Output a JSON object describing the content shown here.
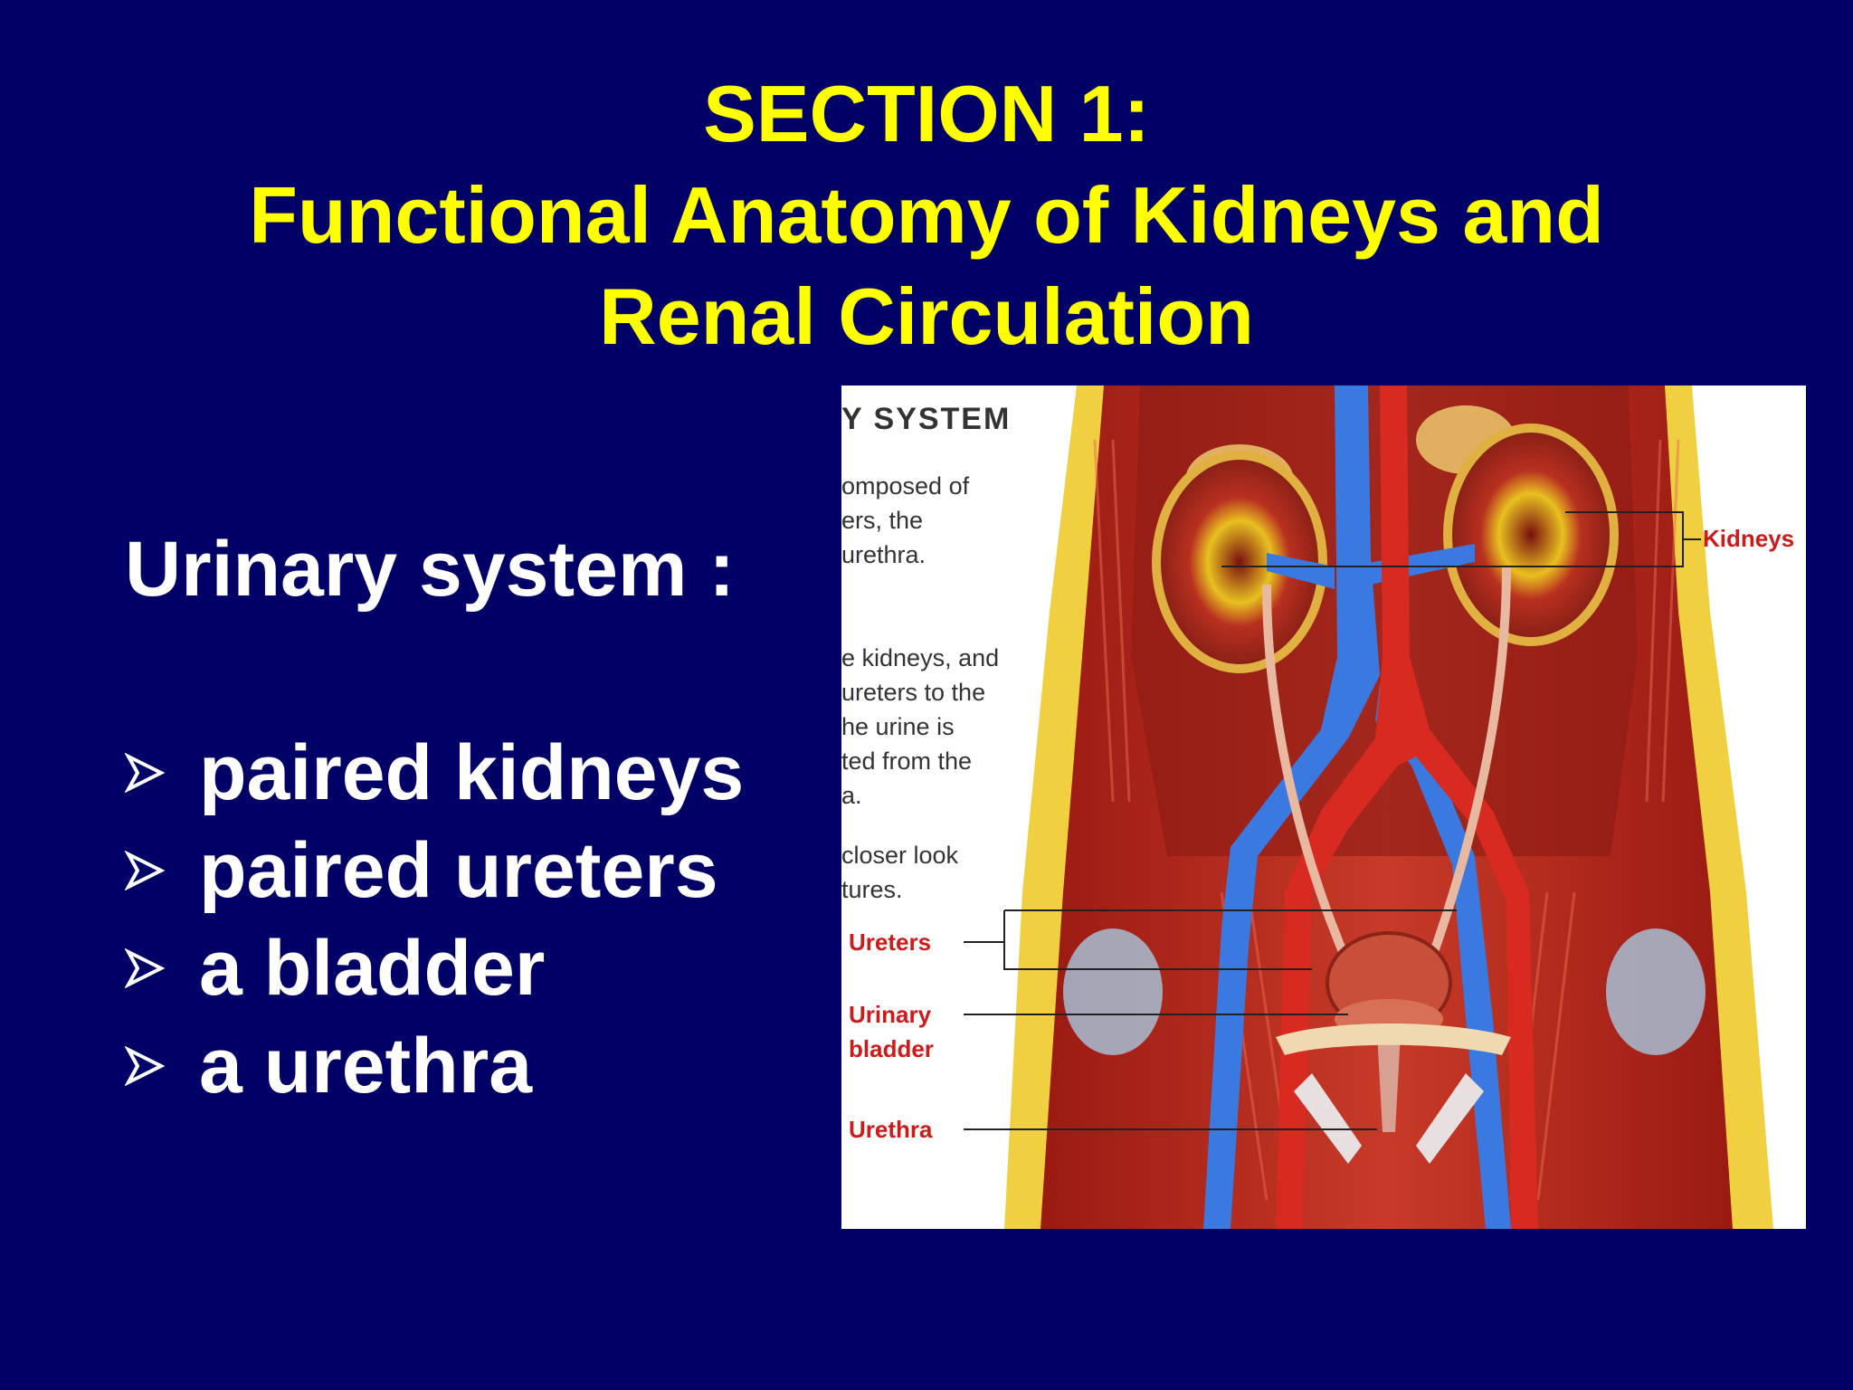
{
  "slide": {
    "title_lines": [
      "SECTION 1:",
      "Functional Anatomy of Kidneys and",
      "Renal Circulation"
    ],
    "heading": "Urinary system :",
    "bullets": [
      "paired kidneys",
      "paired ureters",
      "a bladder",
      "a urethra"
    ]
  },
  "figure": {
    "partial_title": "Y SYSTEM",
    "partial_text_lines": [
      "omposed of",
      "ers, the",
      "urethra.",
      "e kidneys, and",
      "ureters to the",
      "he urine is",
      "ted from the",
      "a.",
      "closer look",
      "tures."
    ],
    "labels": {
      "kidneys": "Kidneys",
      "ureters": "Ureters",
      "bladder_line1": "Urinary",
      "bladder_line2": "bladder",
      "urethra": "Urethra"
    }
  },
  "colors": {
    "background": "#000066",
    "title": "#ffff00",
    "body_text": "#ffffff",
    "figure_label": "#cc1b1b"
  }
}
